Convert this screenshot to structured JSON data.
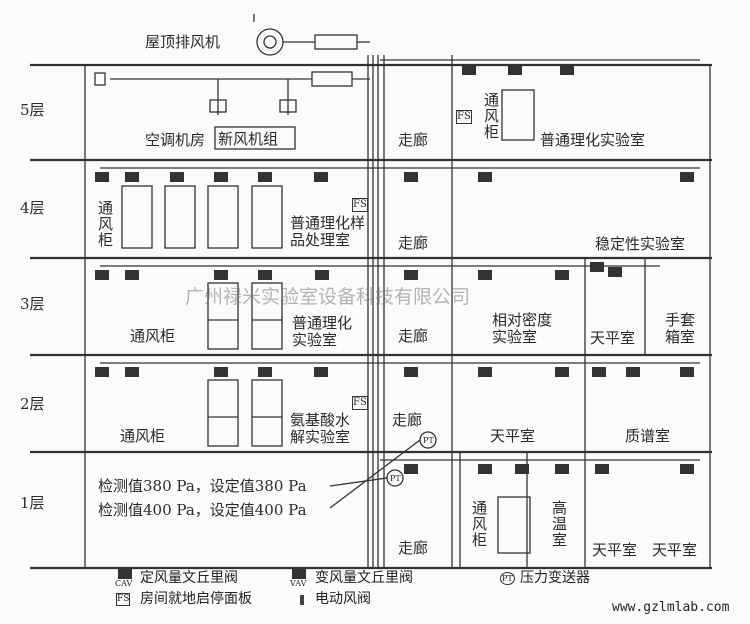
{
  "floors": [
    "5层",
    "4层",
    "3层",
    "2层",
    "1层"
  ],
  "roof": {
    "fan": "屋顶排风机"
  },
  "floor5": {
    "ahu_room": "空调机房",
    "fresh_air_unit": "新风机组",
    "corridor": "走廊",
    "hood": "通风柜",
    "lab": "普通理化实验室"
  },
  "floor4": {
    "hood": "通风柜",
    "lab": "普通理化样品处理室",
    "corridor": "走廊",
    "stability_lab": "稳定性实验室"
  },
  "floor3": {
    "hood": "通风柜",
    "lab": "普通理化实验室",
    "corridor": "走廊",
    "density_lab": "相对密度实验室",
    "balance_room": "天平室",
    "glovebox_room": "手套箱室"
  },
  "floor2": {
    "hood": "通风柜",
    "amino_lab": "氨基酸水解实验室",
    "corridor": "走廊",
    "balance_room": "天平室",
    "ms_room": "质谱室"
  },
  "floor1": {
    "reading1": "检测值380 Pa，设定值380 Pa",
    "reading2": "检测值400 Pa，设定值400 Pa",
    "corridor": "走廊",
    "hood": "通风柜",
    "high_temp": "高温室",
    "balance1": "天平室",
    "balance2": "天平室"
  },
  "valve_labels": {
    "cav": "CAV",
    "vav": "VAV",
    "fs": "FS",
    "pt": "PT"
  },
  "legend": {
    "cav": "定风量文丘里阀",
    "vav": "变风量文丘里阀",
    "pt": "压力变送器",
    "fs": "房间就地启停面板",
    "damper": "电动风阀"
  },
  "watermark": "广州禄米实验室设备科技有限公司",
  "url": "www.gzlmlab.com"
}
